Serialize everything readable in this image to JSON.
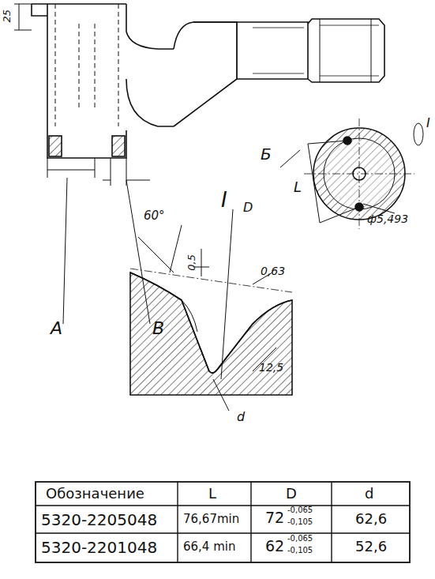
{
  "diagram": {
    "labels": [
      "25",
      "A",
      "В",
      "Б",
      "I",
      "L",
      "ф5,493",
      "I",
      "60°",
      "D",
      "0,5",
      "0,63",
      "12,5",
      "d",
      "Обозначение",
      "L",
      "D",
      "d",
      "5320-2205048",
      "76,67min",
      "72",
      "-0,065",
      "-0,105",
      "62,6",
      "5320-2201048",
      "66,4 min",
      "62",
      "-0,065",
      "-0,105",
      "52,6"
    ]
  }
}
